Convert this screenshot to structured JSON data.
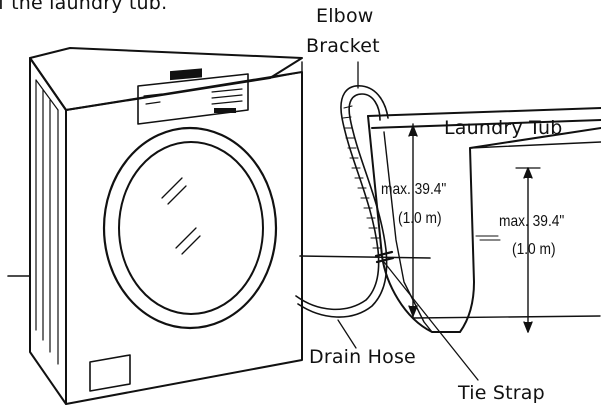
{
  "caption_fragment": "f the laundry tub.",
  "labels": {
    "elbow_bracket_line1": "Elbow",
    "elbow_bracket_line2": "Bracket",
    "laundry_tub": "Laundry Tub",
    "max_height_left_line1": "max. 39.4\"",
    "max_height_left_line2": "(1.0 m)",
    "max_height_right_line1": "max. 39.4\"",
    "max_height_right_line2": "(1.0 m)",
    "drain_hose": "Drain Hose",
    "tie_strap": "Tie Strap"
  },
  "colors": {
    "line": "#111111",
    "background": "#ffffff"
  }
}
